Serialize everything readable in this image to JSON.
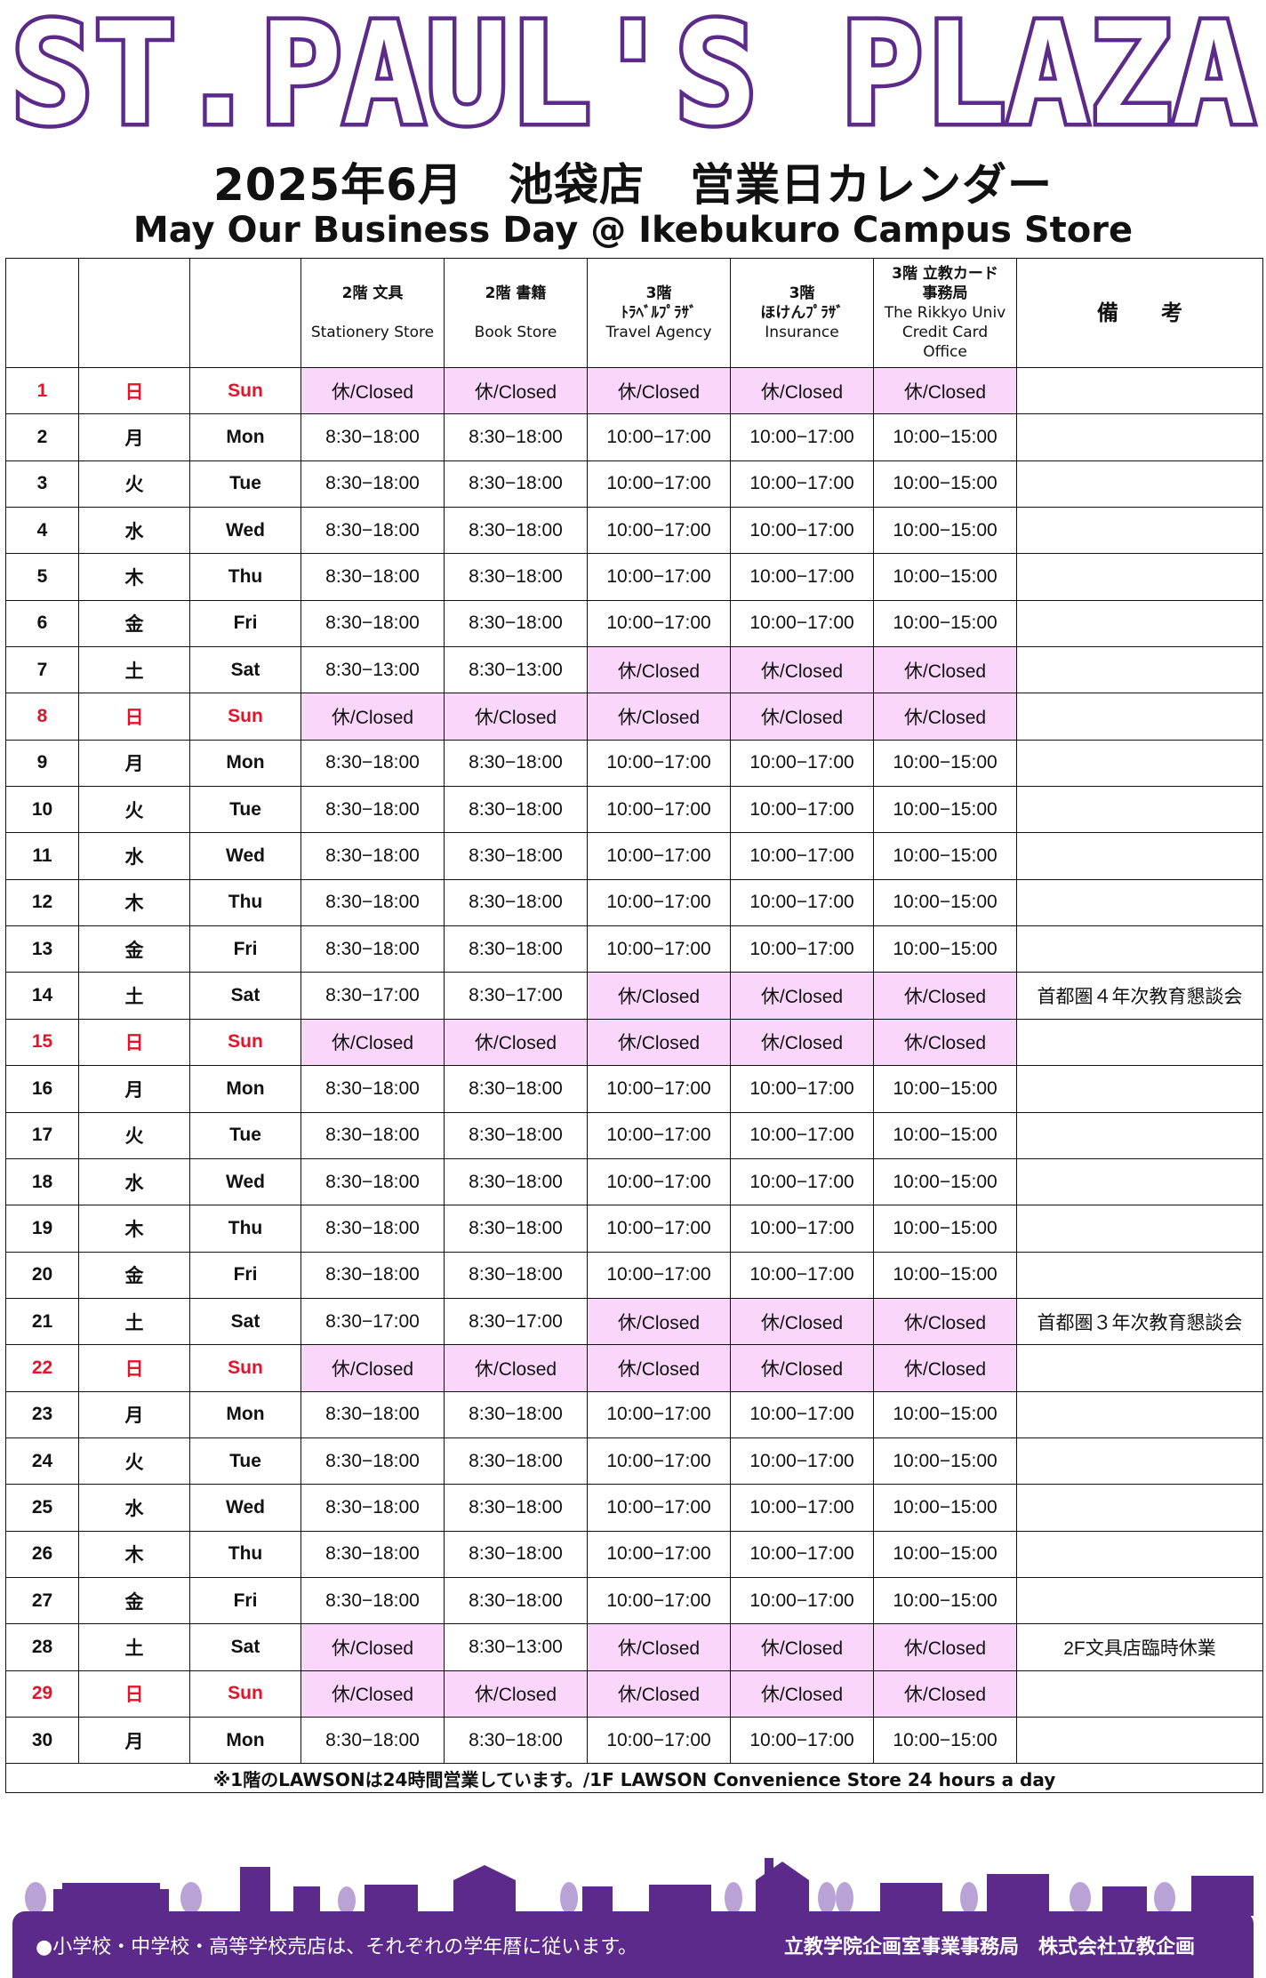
{
  "header": {
    "logo_text": "ST.PAUL'S PLAZA",
    "title_jp": "2025年6月　池袋店　営業日カレンダー",
    "title_en": "May Our Business Day @ Ikebukuro Campus Store"
  },
  "columns": [
    {
      "top": "",
      "bottom": ""
    },
    {
      "top": "",
      "bottom": ""
    },
    {
      "top": "",
      "bottom": ""
    },
    {
      "top": "2階 文具",
      "bottom": "Stationery Store"
    },
    {
      "top": "2階 書籍",
      "bottom": "Book Store"
    },
    {
      "top": "3階\nﾄﾗﾍﾞﾙﾌﾟﾗｻﾞ",
      "bottom": "Travel Agency"
    },
    {
      "top": "3階\nほけんﾌﾟﾗｻﾞ",
      "bottom": "Insurance"
    },
    {
      "top": "3階 立教カード\n事務局",
      "bottom": "The Rikkyo Univ\nCredit Card\nOffice"
    },
    {
      "top": "備　　考",
      "bottom": ""
    }
  ],
  "rows": [
    {
      "num": "1",
      "day": "日",
      "wd": "Sun",
      "sun": true,
      "cells": [
        "休/Closed",
        "休/Closed",
        "休/Closed",
        "休/Closed",
        "休/Closed"
      ],
      "remark": ""
    },
    {
      "num": "2",
      "day": "月",
      "wd": "Mon",
      "sun": false,
      "cells": [
        "8:30−18:00",
        "8:30−18:00",
        "10:00−17:00",
        "10:00−17:00",
        "10:00−15:00"
      ],
      "remark": ""
    },
    {
      "num": "3",
      "day": "火",
      "wd": "Tue",
      "sun": false,
      "cells": [
        "8:30−18:00",
        "8:30−18:00",
        "10:00−17:00",
        "10:00−17:00",
        "10:00−15:00"
      ],
      "remark": ""
    },
    {
      "num": "4",
      "day": "水",
      "wd": "Wed",
      "sun": false,
      "cells": [
        "8:30−18:00",
        "8:30−18:00",
        "10:00−17:00",
        "10:00−17:00",
        "10:00−15:00"
      ],
      "remark": ""
    },
    {
      "num": "5",
      "day": "木",
      "wd": "Thu",
      "sun": false,
      "cells": [
        "8:30−18:00",
        "8:30−18:00",
        "10:00−17:00",
        "10:00−17:00",
        "10:00−15:00"
      ],
      "remark": ""
    },
    {
      "num": "6",
      "day": "金",
      "wd": "Fri",
      "sun": false,
      "cells": [
        "8:30−18:00",
        "8:30−18:00",
        "10:00−17:00",
        "10:00−17:00",
        "10:00−15:00"
      ],
      "remark": ""
    },
    {
      "num": "7",
      "day": "土",
      "wd": "Sat",
      "sun": false,
      "cells": [
        "8:30−13:00",
        "8:30−13:00",
        "休/Closed",
        "休/Closed",
        "休/Closed"
      ],
      "remark": ""
    },
    {
      "num": "8",
      "day": "日",
      "wd": "Sun",
      "sun": true,
      "cells": [
        "休/Closed",
        "休/Closed",
        "休/Closed",
        "休/Closed",
        "休/Closed"
      ],
      "remark": ""
    },
    {
      "num": "9",
      "day": "月",
      "wd": "Mon",
      "sun": false,
      "cells": [
        "8:30−18:00",
        "8:30−18:00",
        "10:00−17:00",
        "10:00−17:00",
        "10:00−15:00"
      ],
      "remark": ""
    },
    {
      "num": "10",
      "day": "火",
      "wd": "Tue",
      "sun": false,
      "cells": [
        "8:30−18:00",
        "8:30−18:00",
        "10:00−17:00",
        "10:00−17:00",
        "10:00−15:00"
      ],
      "remark": ""
    },
    {
      "num": "11",
      "day": "水",
      "wd": "Wed",
      "sun": false,
      "cells": [
        "8:30−18:00",
        "8:30−18:00",
        "10:00−17:00",
        "10:00−17:00",
        "10:00−15:00"
      ],
      "remark": ""
    },
    {
      "num": "12",
      "day": "木",
      "wd": "Thu",
      "sun": false,
      "cells": [
        "8:30−18:00",
        "8:30−18:00",
        "10:00−17:00",
        "10:00−17:00",
        "10:00−15:00"
      ],
      "remark": ""
    },
    {
      "num": "13",
      "day": "金",
      "wd": "Fri",
      "sun": false,
      "cells": [
        "8:30−18:00",
        "8:30−18:00",
        "10:00−17:00",
        "10:00−17:00",
        "10:00−15:00"
      ],
      "remark": ""
    },
    {
      "num": "14",
      "day": "土",
      "wd": "Sat",
      "sun": false,
      "cells": [
        "8:30−17:00",
        "8:30−17:00",
        "休/Closed",
        "休/Closed",
        "休/Closed"
      ],
      "remark": "首都圏４年次教育懇談会"
    },
    {
      "num": "15",
      "day": "日",
      "wd": "Sun",
      "sun": true,
      "cells": [
        "休/Closed",
        "休/Closed",
        "休/Closed",
        "休/Closed",
        "休/Closed"
      ],
      "remark": ""
    },
    {
      "num": "16",
      "day": "月",
      "wd": "Mon",
      "sun": false,
      "cells": [
        "8:30−18:00",
        "8:30−18:00",
        "10:00−17:00",
        "10:00−17:00",
        "10:00−15:00"
      ],
      "remark": ""
    },
    {
      "num": "17",
      "day": "火",
      "wd": "Tue",
      "sun": false,
      "cells": [
        "8:30−18:00",
        "8:30−18:00",
        "10:00−17:00",
        "10:00−17:00",
        "10:00−15:00"
      ],
      "remark": ""
    },
    {
      "num": "18",
      "day": "水",
      "wd": "Wed",
      "sun": false,
      "cells": [
        "8:30−18:00",
        "8:30−18:00",
        "10:00−17:00",
        "10:00−17:00",
        "10:00−15:00"
      ],
      "remark": ""
    },
    {
      "num": "19",
      "day": "木",
      "wd": "Thu",
      "sun": false,
      "cells": [
        "8:30−18:00",
        "8:30−18:00",
        "10:00−17:00",
        "10:00−17:00",
        "10:00−15:00"
      ],
      "remark": ""
    },
    {
      "num": "20",
      "day": "金",
      "wd": "Fri",
      "sun": false,
      "cells": [
        "8:30−18:00",
        "8:30−18:00",
        "10:00−17:00",
        "10:00−17:00",
        "10:00−15:00"
      ],
      "remark": ""
    },
    {
      "num": "21",
      "day": "土",
      "wd": "Sat",
      "sun": false,
      "cells": [
        "8:30−17:00",
        "8:30−17:00",
        "休/Closed",
        "休/Closed",
        "休/Closed"
      ],
      "remark": "首都圏３年次教育懇談会"
    },
    {
      "num": "22",
      "day": "日",
      "wd": "Sun",
      "sun": true,
      "cells": [
        "休/Closed",
        "休/Closed",
        "休/Closed",
        "休/Closed",
        "休/Closed"
      ],
      "remark": ""
    },
    {
      "num": "23",
      "day": "月",
      "wd": "Mon",
      "sun": false,
      "cells": [
        "8:30−18:00",
        "8:30−18:00",
        "10:00−17:00",
        "10:00−17:00",
        "10:00−15:00"
      ],
      "remark": ""
    },
    {
      "num": "24",
      "day": "火",
      "wd": "Tue",
      "sun": false,
      "cells": [
        "8:30−18:00",
        "8:30−18:00",
        "10:00−17:00",
        "10:00−17:00",
        "10:00−15:00"
      ],
      "remark": ""
    },
    {
      "num": "25",
      "day": "水",
      "wd": "Wed",
      "sun": false,
      "cells": [
        "8:30−18:00",
        "8:30−18:00",
        "10:00−17:00",
        "10:00−17:00",
        "10:00−15:00"
      ],
      "remark": ""
    },
    {
      "num": "26",
      "day": "木",
      "wd": "Thu",
      "sun": false,
      "cells": [
        "8:30−18:00",
        "8:30−18:00",
        "10:00−17:00",
        "10:00−17:00",
        "10:00−15:00"
      ],
      "remark": ""
    },
    {
      "num": "27",
      "day": "金",
      "wd": "Fri",
      "sun": false,
      "cells": [
        "8:30−18:00",
        "8:30−18:00",
        "10:00−17:00",
        "10:00−17:00",
        "10:00−15:00"
      ],
      "remark": ""
    },
    {
      "num": "28",
      "day": "土",
      "wd": "Sat",
      "sun": false,
      "cells": [
        "休/Closed",
        "8:30−13:00",
        "休/Closed",
        "休/Closed",
        "休/Closed"
      ],
      "remark": "2F文具店臨時休業"
    },
    {
      "num": "29",
      "day": "日",
      "wd": "Sun",
      "sun": true,
      "cells": [
        "休/Closed",
        "休/Closed",
        "休/Closed",
        "休/Closed",
        "休/Closed"
      ],
      "remark": ""
    },
    {
      "num": "30",
      "day": "月",
      "wd": "Mon",
      "sun": false,
      "cells": [
        "8:30−18:00",
        "8:30−18:00",
        "10:00−17:00",
        "10:00−17:00",
        "10:00−15:00"
      ],
      "remark": ""
    }
  ],
  "note": "※1階のLAWSONは24時間営業しています。/1F LAWSON Convenience Store 24 hours a day",
  "footer": {
    "left": "●小学校・中学校・高等学校売店は、それぞれの学年暦に従います。",
    "right": "立教学院企画室事業事務局　株式会社立教企画"
  },
  "colors": {
    "brand_purple": "#5b2a8a",
    "closed_pink": "#fbd6fb",
    "sunday_red": "#e3132a",
    "skyline_lavender": "#b9a3d6"
  }
}
